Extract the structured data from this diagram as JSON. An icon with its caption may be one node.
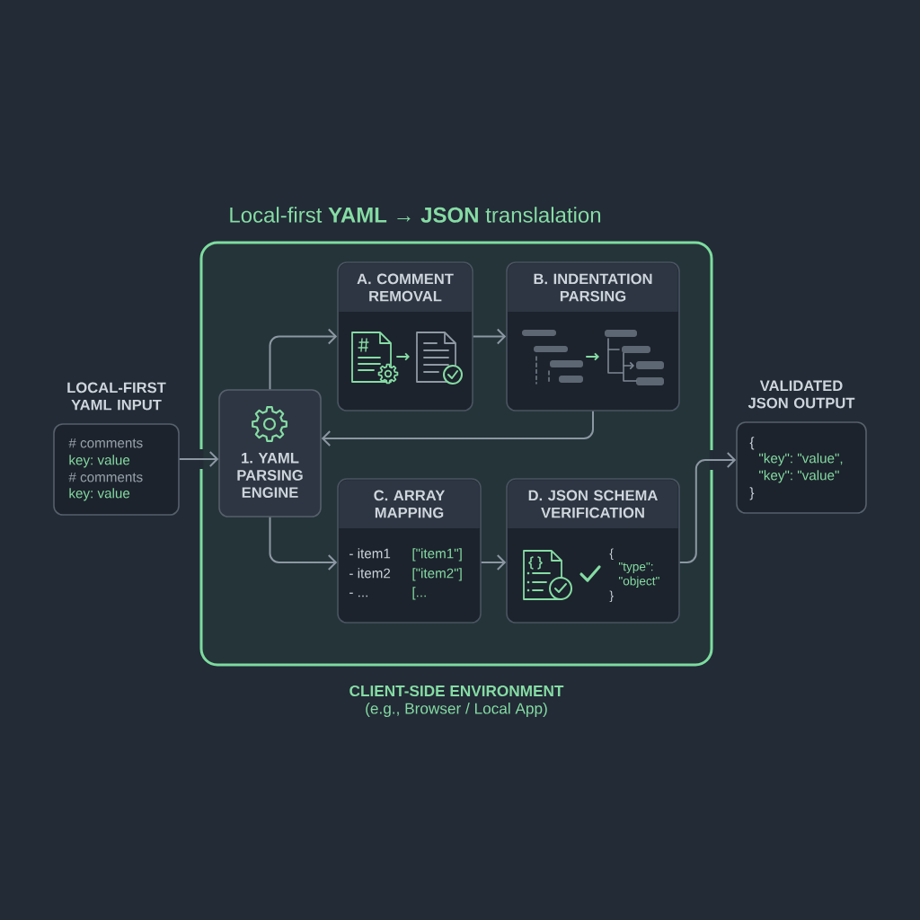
{
  "diagram": {
    "title": "Local-first **YAML → JSON** translalation",
    "nodes": [
      {
        "text": [
          "CLIENT-SIDE ENVIRONMENT",
          "(e.g., Browser / Local App)"
        ]
      },
      {
        "text": [
          "LOCAL-FIRST YAML INPUT",
          "# comments",
          "key: value",
          "# comments",
          "key: value"
        ]
      },
      {
        "text": [
          "1. YAML PARSING ENGINE"
        ],
        "in": 0
      },
      {
        "text": [
          "A. COMMENT REMOVAL"
        ],
        "in": 0
      },
      {
        "text": [
          "B. INDENTATION PARSING"
        ],
        "in": 0
      },
      {
        "text": [
          "C. ARRAY MAPPING",
          "- item1",
          "[\"item1\"]",
          "- item2",
          "[\"item2\"]",
          "- ...",
          "[..."
        ],
        "in": 0
      },
      {
        "text": [
          "D. JSON SCHEMA VERIFICATION",
          "{",
          "\"type\":",
          "\"object\"",
          "}"
        ],
        "in": 0
      },
      {
        "text": [
          "VALIDATED JSON OUTPUT",
          "{",
          "\"key\": \"value\",",
          "\"key\": \"value\"",
          "}"
        ]
      }
    ],
    "edges": [
      {
        "from": 1,
        "to": 2,
        "arrow": "to"
      },
      {
        "from": 2,
        "to": 3,
        "arrow": "to"
      },
      {
        "from": 3,
        "to": 4,
        "arrow": "to"
      },
      {
        "from": 4,
        "to": 2,
        "arrow": "to"
      },
      {
        "from": 2,
        "to": 5,
        "arrow": "to"
      },
      {
        "from": 5,
        "to": 6,
        "arrow": "to"
      },
      {
        "from": 6,
        "to": 7,
        "arrow": "to"
      }
    ]
  }
}
